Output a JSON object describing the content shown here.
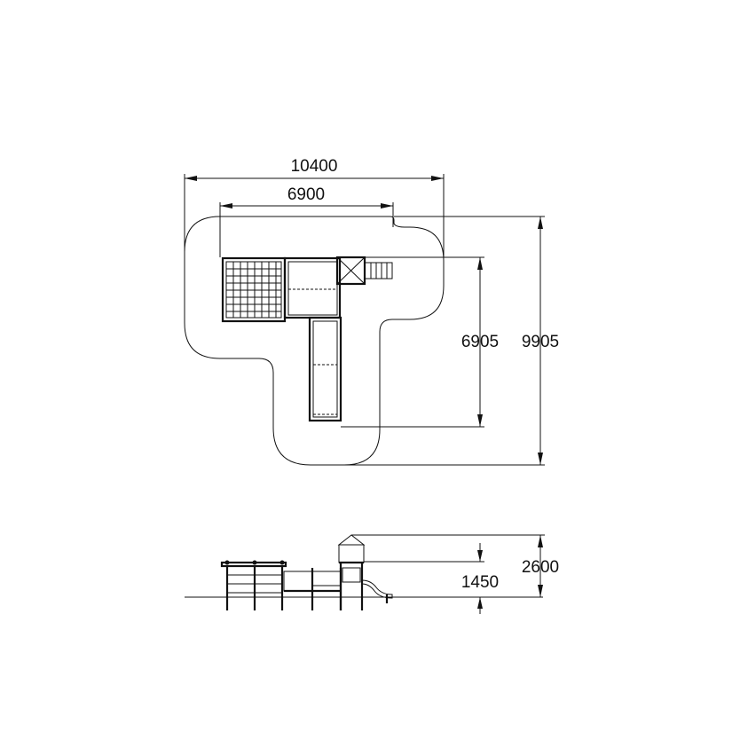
{
  "plan_view": {
    "dimensions": {
      "overall_width": "10400",
      "structure_width": "6900",
      "structure_depth": "6905",
      "overall_depth": "9905"
    }
  },
  "elevation_view": {
    "dimensions": {
      "platform_height": "1450",
      "overall_height": "2600"
    }
  }
}
